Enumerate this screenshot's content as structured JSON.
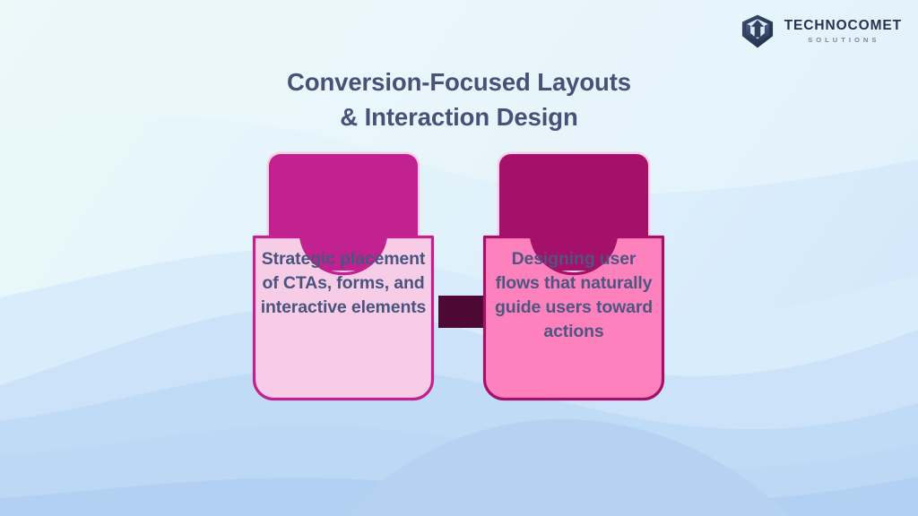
{
  "slide": {
    "title_lines": [
      "Conversion-Focused Layouts",
      "& Interaction Design"
    ],
    "title_color": "#455379",
    "background_colors": [
      "#eafaf7",
      "#e6f5fb",
      "#dff0fb",
      "#d6eafb",
      "#cfe4fa"
    ],
    "wave_colors": [
      "#d3e8fa",
      "#c3dcf7",
      "#b7d3f4",
      "#aecbf2"
    ]
  },
  "logo": {
    "mark_icon": "hexagon-up-arrow-icon",
    "name": "TECHNOCOMET",
    "subtitle": "SOLUTIONS",
    "name_color": "#253251",
    "subtitle_color": "#7d8596"
  },
  "cards": [
    {
      "id": "strategic-placement",
      "text": "Strategic placement of CTAs, forms, and interactive elements",
      "body_color": "#f7cce6",
      "border_color": "#c2228f",
      "tab_color": "#c2228f",
      "text_color": "#4a557f"
    },
    {
      "id": "user-flows",
      "text": "Designing user flows that naturally guide users toward actions",
      "body_color": "#fd81bd",
      "border_color": "#a3116a",
      "tab_color": "#a3116a",
      "text_color": "#4e5580"
    }
  ],
  "connector": {
    "color": "#4d0834"
  }
}
